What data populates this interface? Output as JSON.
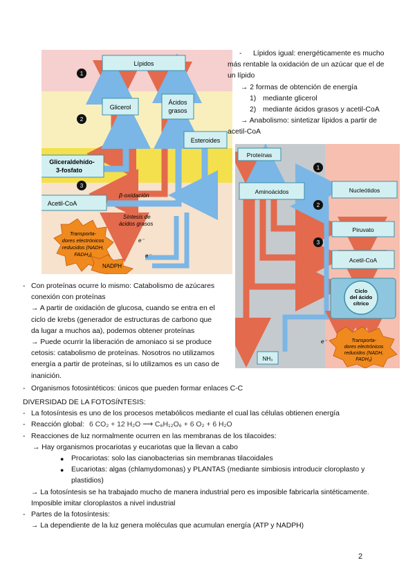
{
  "diagram_lipids": {
    "labels": {
      "lipidos": "Lípidos",
      "glicerol": "Glicerol",
      "acidos": "Ácidos",
      "grasos": "grasos",
      "esteroides": "Esteroides",
      "gliceraldehido_1": "Gliceraldehído-",
      "gliceraldehido_2": "3-fosfato",
      "beta_oxidacion": "β-oxidación",
      "acetil_coa": "Acetil-CoA",
      "sintesis_1": "Síntesis de",
      "sintesis_2": "ácidos grasos",
      "transport_1": "Transporta-",
      "transport_2": "dores electrónicos",
      "transport_3": "reducidos (NADH,",
      "transport_4": "FADH₂)",
      "nadph": "NADPH",
      "e1": "e⁻",
      "e2": "e⁻",
      "n1": "1",
      "n2": "2",
      "n3": "3"
    }
  },
  "diagram_proteins": {
    "labels": {
      "proteinas": "Proteínas",
      "aminoacidos": "Aminoácidos",
      "nucleotidos": "Nucleótidos",
      "piruvato": "Piruvato",
      "acetil_coa": "Acetil-CoA",
      "ciclo_1": "Ciclo",
      "ciclo_2": "del ácido",
      "ciclo_3": "cítrico",
      "transport_1": "Transporta-",
      "transport_2": "dores electrónicos",
      "transport_3": "reducidos (NADH,",
      "transport_4": "FADH₂)",
      "nh3": "NH₃",
      "e": "e⁻",
      "n1": "1",
      "n2": "2",
      "n3": "3"
    }
  },
  "right_column": {
    "dash": "-",
    "line1": "Lípidos igual: energéticamente es mucho",
    "line2": "más rentable la oxidación de un azúcar que el de",
    "line3": "un lípido",
    "line4": "→ 2 formas de obtención de energía",
    "item1_num": "1)",
    "item1": "mediante glicerol",
    "item2_num": "2)",
    "item2": "mediante ácidos grasos y acetil-CoA",
    "line5": "→ Anabolismo: sintetizar lípidos a partir de",
    "line6": "acetil-CoA"
  },
  "left_column": {
    "dash1": "-",
    "p1_line1": "Con proteínas ocurre lo mismo: Catabolismo de azúcares",
    "p1_line2": "conexión con proteínas",
    "p1_line3": "→ A partir de oxidación de glucosa, cuando se entra en el",
    "p1_line4": "ciclo de krebs (generador de estructuras de carbono que",
    "p1_line5": "da lugar a muchos aa), podemos obtener proteínas",
    "p1_line6": "→ Puede ocurrir la liberación de amoniaco si se produce",
    "p1_line7": "cetosis: catabolismo de proteínas. Nosotros no utilizamos",
    "p1_line8": "energía a partir de proteínas, si lo utilizamos es un caso de",
    "p1_line9": "inanición.",
    "dash2": "-",
    "p2": "Organismos fotosintéticos: únicos que pueden formar enlaces C-C"
  },
  "section": {
    "heading": "DIVERSIDAD DE LA FOTOSÍNTESIS:",
    "dash": "-",
    "b1": "La fotosíntesis es uno de los procesos metabólicos mediante el cual las células obtienen energía",
    "b2_label": "Reacción global:",
    "b2_formula": "6 CO₂ + 12 H₂O ⟶ C₆H₁₂O₆ + 6 O₂ + 6 H₂O",
    "b3": "Reacciones de luz normalmente ocurren en las membranas de los tilacoides:",
    "b3_sub": "→ Hay organismos procariotas y eucariotas que la llevan a cabo",
    "bullet": "●",
    "b3_i1": "Procariotas: solo las cianobacterias sin membranas tilacoidales",
    "b3_i2_line1": "Eucariotas: algas (chlamydomonas) y PLANTAS (mediante simbiosis introducir cloroplasto y",
    "b3_i2_line2": "plastidios)",
    "b3_p_line1": "→ La fotosíntesis se ha trabajado mucho de manera industrial pero es imposible fabricarla sintéticamente.",
    "b3_p_line2": "Imposible imitar cloroplastos a nivel industrial",
    "b4": "Partes de la fotosíntesis:",
    "b4_sub": "→ La dependiente de la luz genera moléculas que acumulan energía (ATP y NADPH)"
  },
  "page_number": "2",
  "colors": {
    "band_pink": "#f5d0cf",
    "band_cream": "#f9efbd",
    "band_yellow": "#f4e04c",
    "band_pink_light": "#f7e2cd",
    "box_fill": "#d2f0f2",
    "box_stroke": "#3a8fa8",
    "arrow_red": "#e36a4d",
    "arrow_blue": "#7ab6e6",
    "star_orange": "#f08a1e",
    "protein_bg": "#f6bfb0",
    "protein_column": "#9cd4e8",
    "badge": "#111111"
  }
}
